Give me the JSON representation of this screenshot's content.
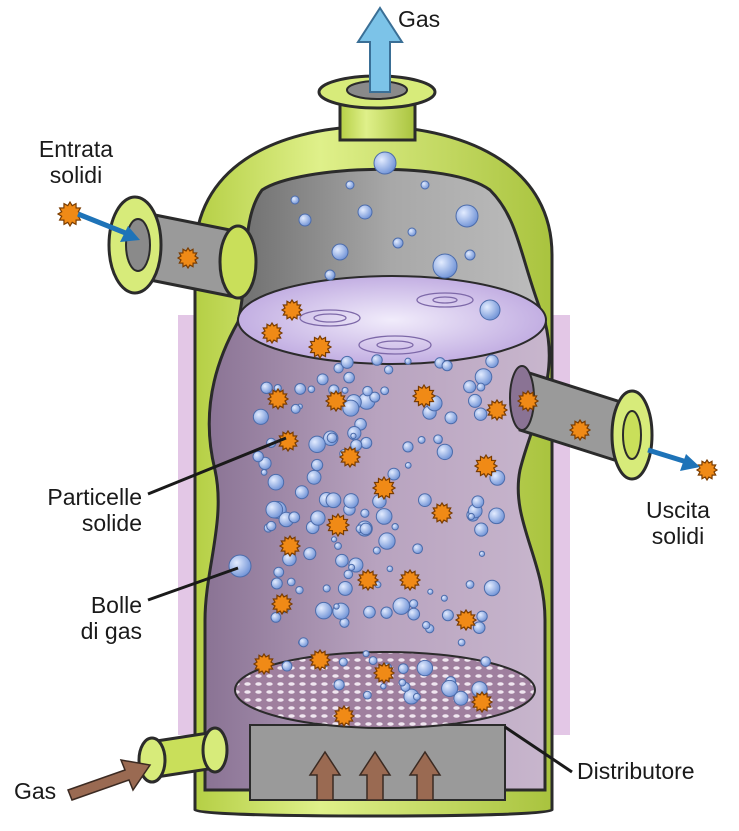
{
  "labels": {
    "gas_top": "Gas",
    "solids_in": [
      "Entrata",
      "solidi"
    ],
    "solids_out": [
      "Uscita",
      "solidi"
    ],
    "particles": [
      "Particelle",
      "solide"
    ],
    "bubbles": [
      "Bolle",
      "di gas"
    ],
    "distributor": "Distributore",
    "gas_in": "Gas"
  },
  "colors": {
    "vessel_shell": "#c9df5a",
    "vessel_shell_dark": "#9db836",
    "backdrop": "#e3c7e6",
    "bed_interior": "#a892b0",
    "bed_surface": "#d7c6ee",
    "freeboard": "#8f8f8f",
    "particle": "#f08a16",
    "bubble": "#7fa2df",
    "gas_arrow_blue": "#7cc3e8",
    "solids_arrow": "#1e73b8",
    "gas_arrow_brown": "#9a6a52",
    "distributor_plate": "#a689a5"
  },
  "icons": [
    "gas-outlet-arrow-icon",
    "solids-inlet-arrow-icon",
    "solids-outlet-arrow-icon",
    "gas-inlet-arrow-icon",
    "upflow-arrow-icon"
  ]
}
